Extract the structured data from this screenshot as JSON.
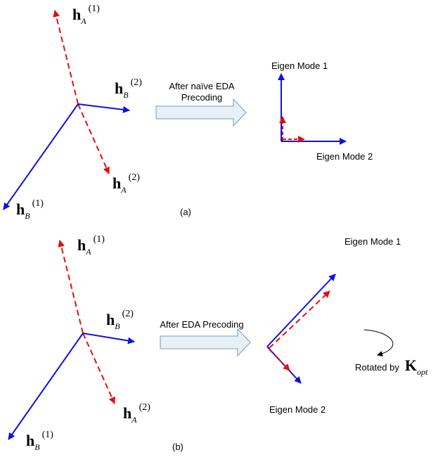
{
  "panel_a": {
    "arrow_text_line1": "After naïve EDA",
    "arrow_text_line2": "Precoding",
    "mode1_label": "Eigen Mode 1",
    "mode2_label": "Eigen Mode 2",
    "caption": "(a)",
    "vectors": {
      "hA1": {
        "base": "h",
        "sub": "A",
        "sup": "(1)"
      },
      "hB2": {
        "base": "h",
        "sub": "B",
        "sup": "(2)"
      },
      "hA2": {
        "base": "h",
        "sub": "A",
        "sup": "(2)"
      },
      "hB1": {
        "base": "h",
        "sub": "B",
        "sup": "(1)"
      }
    }
  },
  "panel_b": {
    "arrow_text": "After EDA Precoding",
    "mode1_label": "Eigen Mode 1",
    "mode2_label": "Eigen Mode 2",
    "rotated_label": "Rotated by",
    "rotation_symbol": {
      "base": "K",
      "sub": "opt"
    },
    "caption": "(b)",
    "vectors": {
      "hA1": {
        "base": "h",
        "sub": "A",
        "sup": "(1)"
      },
      "hB2": {
        "base": "h",
        "sub": "B",
        "sup": "(2)"
      },
      "hA2": {
        "base": "h",
        "sub": "A",
        "sup": "(2)"
      },
      "hB1": {
        "base": "h",
        "sub": "B",
        "sup": "(1)"
      }
    }
  },
  "colors": {
    "blue": "#1010e0",
    "red": "#e01010",
    "arrow_fill": "#e6f0f8",
    "arrow_stroke": "#7f9bb5"
  }
}
